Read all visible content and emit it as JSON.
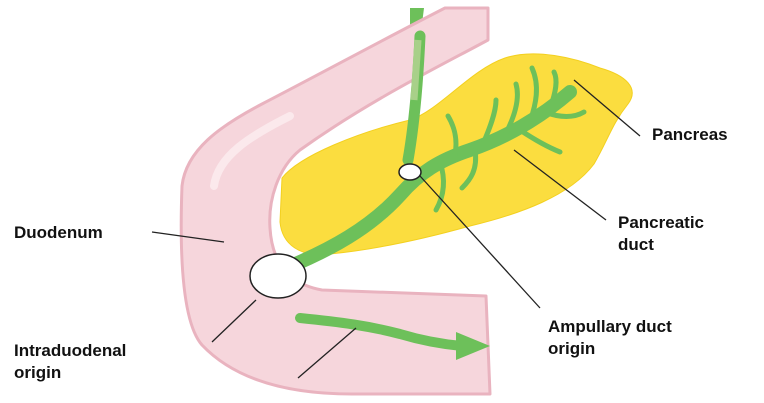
{
  "labels": {
    "pancreas": "Pancreas",
    "pancreatic_duct_line1": "Pancreatic",
    "pancreatic_duct_line2": "duct",
    "duodenum": "Duodenum",
    "ampullary_line1": "Ampullary duct",
    "ampullary_line2": "origin",
    "intraduodenal_line1": "Intraduodenal",
    "intraduodenal_line2": "origin"
  },
  "colors": {
    "duodenum_fill": "#f6d6dc",
    "duodenum_edge": "#e9b3bf",
    "pancreas_fill": "#fbdd3f",
    "duct_green": "#6dc05a",
    "background": "#ffffff",
    "text": "#111111"
  }
}
